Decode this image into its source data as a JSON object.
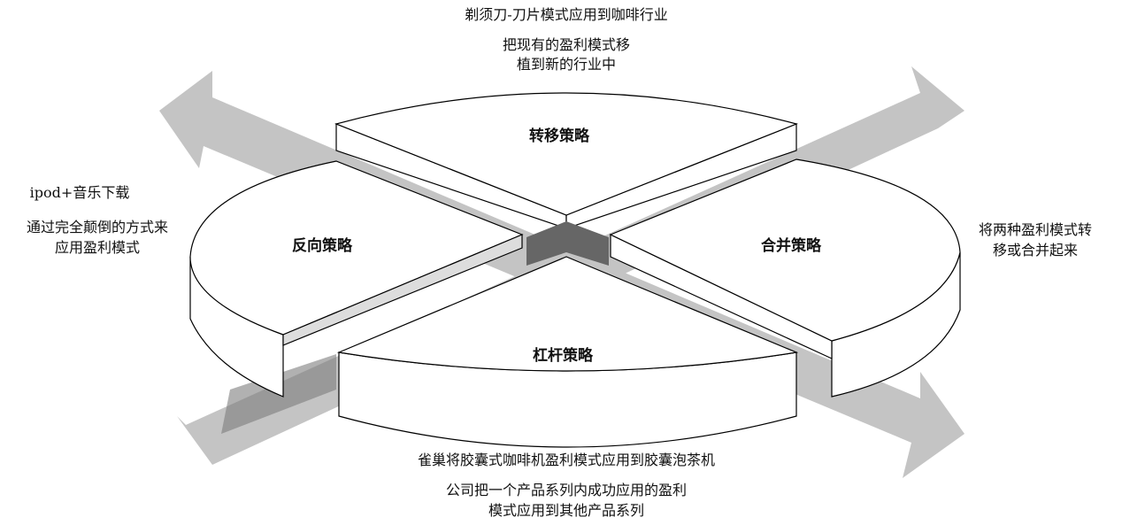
{
  "segments": {
    "top": {
      "label": "转移策略",
      "example": "剃须刀-刀片模式应用到咖啡行业",
      "desc_line1": "把现有的盈利模式移",
      "desc_line2": "植到新的行业中"
    },
    "left": {
      "label": "反向策略",
      "example": "ipod+音乐下载",
      "desc_line1": "通过完全颠倒的方式来",
      "desc_line2": "应用盈利模式"
    },
    "right": {
      "label": "合并策略",
      "desc_line1": "将两种盈利模式转",
      "desc_line2": "移或合并起来"
    },
    "bottom": {
      "label": "杠杆策略",
      "example": "雀巢将胶囊式咖啡机盈利模式应用到胶囊泡茶机",
      "desc_line1": "公司把一个产品系列内成功应用的盈利",
      "desc_line2": "模式应用到其他产品系列"
    }
  },
  "colors": {
    "arrow": "#c4c4c4",
    "arrow_dark": "#8a8a8a",
    "stroke": "#000000",
    "fill": "#ffffff"
  }
}
